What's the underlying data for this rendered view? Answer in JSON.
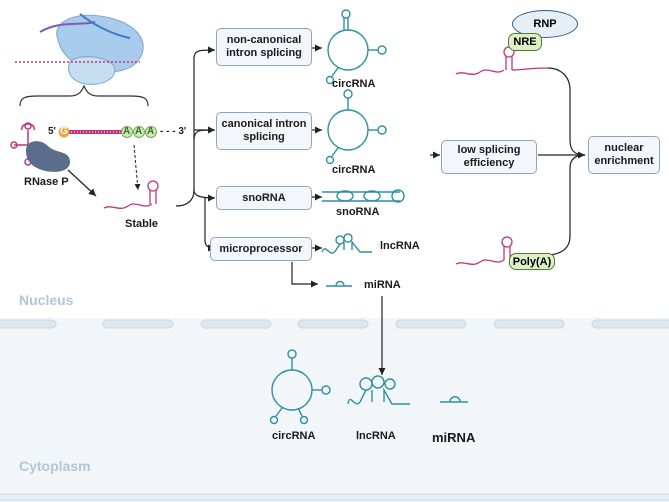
{
  "regions": {
    "nucleus": "Nucleus",
    "cytoplasm": "Cytoplasm"
  },
  "left": {
    "rnase": "RNase P",
    "stable": "Stable",
    "seq_five": "5'",
    "seq_g": "G",
    "seq_a": "A",
    "seq_three": "- - - 3'"
  },
  "pathways": {
    "noncanonical": "non-canonical intron splicing",
    "canonical": "canonical intron splicing",
    "snorna": "snoRNA",
    "microprocessor": "microprocessor"
  },
  "products": {
    "circ1": "circRNA",
    "circ2": "circRNA",
    "sno": "snoRNA",
    "lnc": "lncRNA",
    "mi": "miRNA"
  },
  "right": {
    "rnp": "RNP",
    "nre": "NRE",
    "low": "low splicing efficiency",
    "nuclear": "nuclear enrichment",
    "polya": "Poly(A)"
  },
  "cyto": {
    "circ": "circRNA",
    "lnc": "lncRNA",
    "mi": "miRNA"
  },
  "colors": {
    "rna": "#c0357a",
    "structure": "#2f8fa0",
    "line": "#222222",
    "box_border": "#8aa6c1",
    "ribosome": "#7fb0e0"
  }
}
